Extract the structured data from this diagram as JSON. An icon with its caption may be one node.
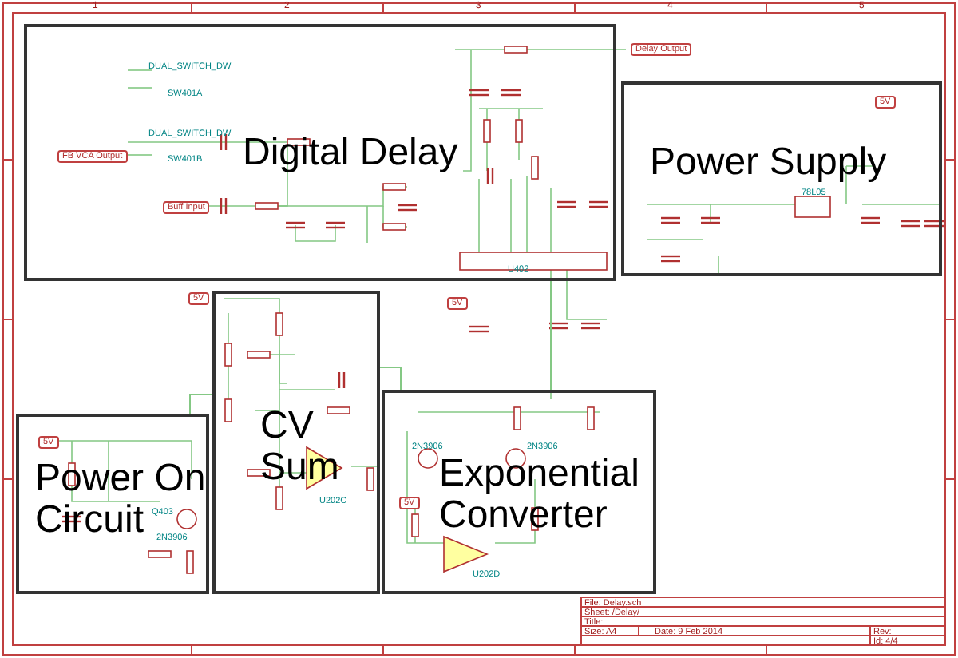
{
  "diagram": {
    "nodes": [
      {
        "text": [
          "Digital Delay"
        ]
      },
      {
        "text": [
          "Power Supply"
        ]
      },
      {
        "text": [
          "CV Sum"
        ]
      },
      {
        "text": [
          "Power On Circuit"
        ]
      },
      {
        "text": [
          "Exponential Converter"
        ]
      }
    ],
    "edges": [
      {
        "from": 3,
        "to": 2,
        "arrow": "none"
      },
      {
        "from": 2,
        "to": 4,
        "arrow": "none"
      },
      {
        "from": 4,
        "to": 0,
        "arrow": "none"
      }
    ],
    "labels": [
      "1",
      "2",
      "3",
      "4",
      "5",
      "DUAL_SWITCH_DW",
      "SW401A",
      "DUAL_SWITCH_DW",
      "SW401B",
      "FB VCA Output",
      "Buff Input",
      "Delay Output",
      "U402",
      "78L05",
      "5V",
      "5V",
      "5V",
      "5V",
      "5V",
      "Q403",
      "2N3906",
      "U202C",
      "2N3906",
      "2N3906",
      "U202D",
      "File: Delay.sch",
      "Sheet: /Delay/",
      "Title:",
      "Size: A4",
      "Date: 9 Feb 2014",
      "Rev:",
      "Id: 4/4"
    ]
  }
}
